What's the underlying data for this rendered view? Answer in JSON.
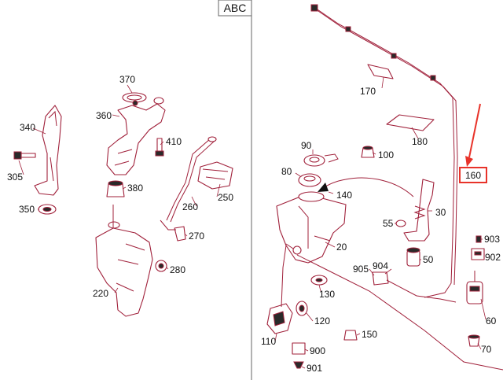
{
  "header": {
    "code": "ABC"
  },
  "highlight": {
    "label": "160",
    "box_color": "#e8332a",
    "arrow_color": "#e8332a"
  },
  "colors": {
    "line": "#a0203a",
    "text": "#111111",
    "divider": "#666666"
  },
  "left_panel": {
    "labels": {
      "p340": "340",
      "p305": "305",
      "p350": "350",
      "p370": "370",
      "p360": "360",
      "p410": "410",
      "p380": "380",
      "p260": "260",
      "p250": "250",
      "p270": "270",
      "p280": "280",
      "p220": "220"
    }
  },
  "right_panel": {
    "labels": {
      "p170": "170",
      "p180": "180",
      "p90": "90",
      "p100": "100",
      "p80": "80",
      "p140": "140",
      "p30": "30",
      "p55": "55",
      "p20": "20",
      "p50": "50",
      "p903": "903",
      "p902": "902",
      "p905": "905",
      "p904": "904",
      "p130": "130",
      "p60": "60",
      "p120": "120",
      "p110": "110",
      "p150": "150",
      "p900": "900",
      "p70": "70",
      "p901": "901"
    }
  }
}
